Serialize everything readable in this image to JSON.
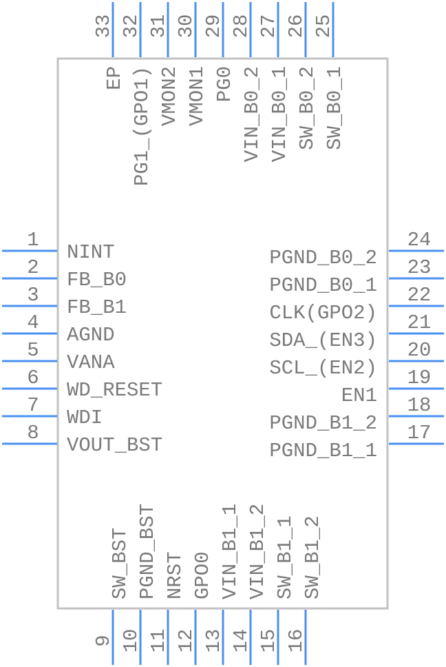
{
  "symbol": {
    "colors": {
      "pin": "#4a90f0",
      "outline": "#c2c2c2",
      "text": "#7a7a7a"
    },
    "left_pins": [
      {
        "num": "1",
        "name": "NINT"
      },
      {
        "num": "2",
        "name": "FB_B0"
      },
      {
        "num": "3",
        "name": "FB_B1"
      },
      {
        "num": "4",
        "name": "AGND"
      },
      {
        "num": "5",
        "name": "VANA"
      },
      {
        "num": "6",
        "name": "WD_RESET"
      },
      {
        "num": "7",
        "name": "WDI"
      },
      {
        "num": "8",
        "name": "VOUT_BST"
      }
    ],
    "bottom_pins": [
      {
        "num": "9",
        "name": "SW_BST"
      },
      {
        "num": "10",
        "name": "PGND_BST"
      },
      {
        "num": "11",
        "name": "NRST"
      },
      {
        "num": "12",
        "name": "GPO0"
      },
      {
        "num": "13",
        "name": "VIN_B1_1"
      },
      {
        "num": "14",
        "name": "VIN_B1_2"
      },
      {
        "num": "15",
        "name": "SW_B1_1"
      },
      {
        "num": "16",
        "name": "SW_B1_2"
      }
    ],
    "right_pins": [
      {
        "num": "17",
        "name": "PGND_B1_1"
      },
      {
        "num": "18",
        "name": "PGND_B1_2"
      },
      {
        "num": "19",
        "name": "EN1"
      },
      {
        "num": "20",
        "name": "SCL_(EN2)"
      },
      {
        "num": "21",
        "name": "SDA_(EN3)"
      },
      {
        "num": "22",
        "name": "CLK(GPO2)"
      },
      {
        "num": "23",
        "name": "PGND_B0_1"
      },
      {
        "num": "24",
        "name": "PGND_B0_2"
      }
    ],
    "top_pins": [
      {
        "num": "25",
        "name": "SW_B0_1"
      },
      {
        "num": "26",
        "name": "SW_B0_2"
      },
      {
        "num": "27",
        "name": "VIN_B0_1"
      },
      {
        "num": "28",
        "name": "VIN_B0_2"
      },
      {
        "num": "29",
        "name": "PG0"
      },
      {
        "num": "30",
        "name": "VMON1"
      },
      {
        "num": "31",
        "name": "VMON2"
      },
      {
        "num": "32",
        "name": "PG1_(GPO1)"
      },
      {
        "num": "33",
        "name": "EP"
      }
    ]
  }
}
